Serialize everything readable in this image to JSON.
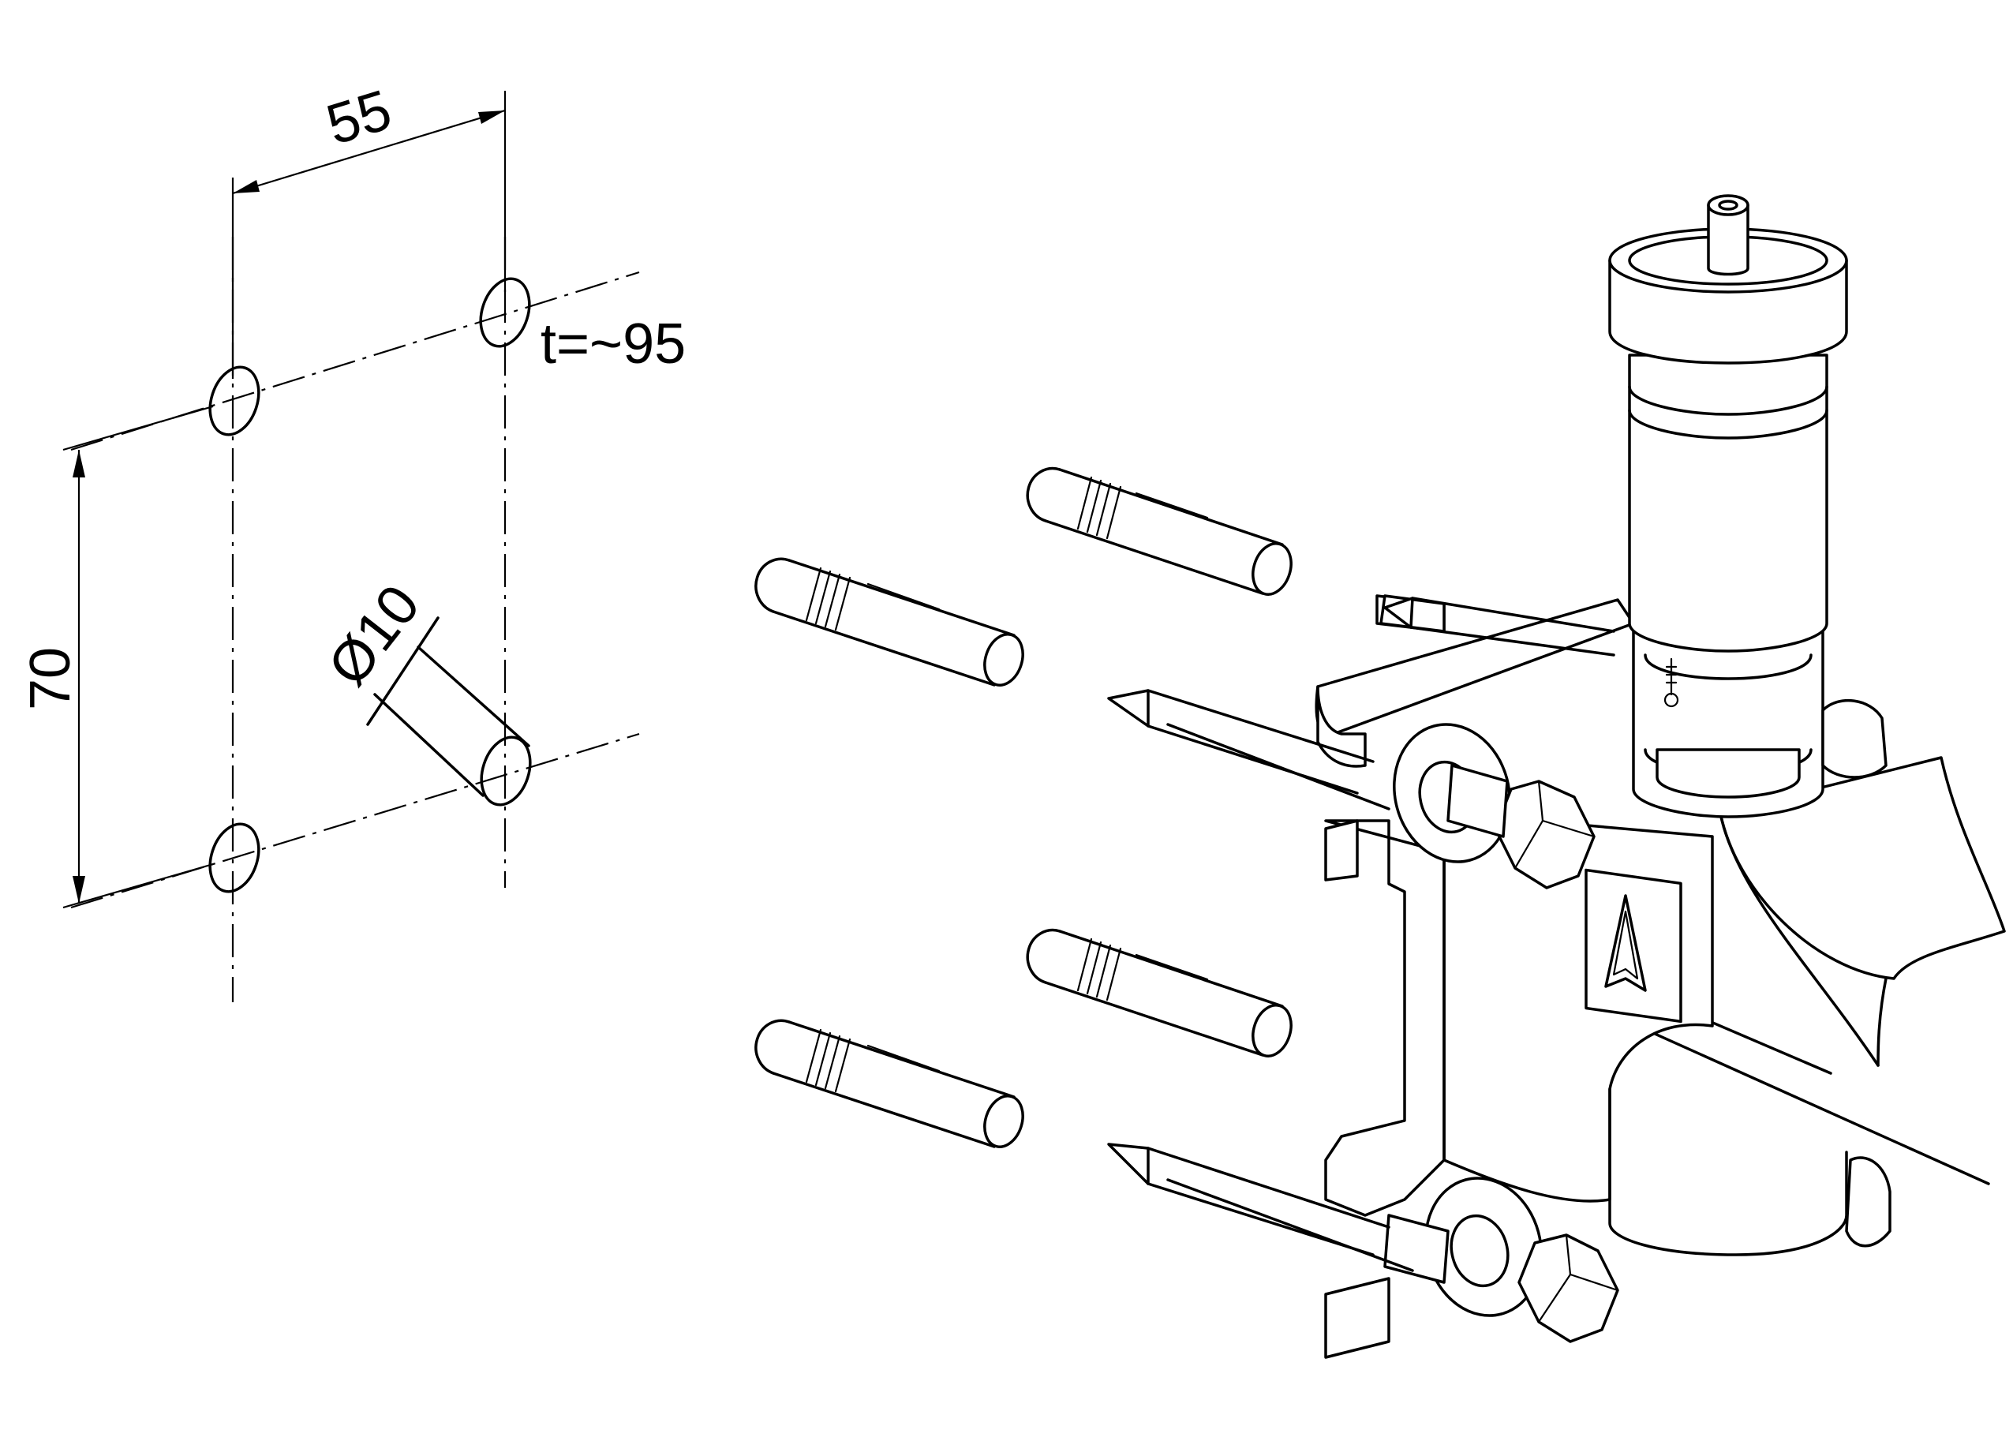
{
  "drawing": {
    "dimensions": {
      "horizontal_spacing": "55",
      "vertical_spacing": "70",
      "hole_diameter": "Ø10",
      "thickness": "t=~95"
    },
    "icons": [
      "logo-arrow-icon"
    ],
    "colors": {
      "line": "#000000",
      "background": "#ffffff"
    }
  }
}
